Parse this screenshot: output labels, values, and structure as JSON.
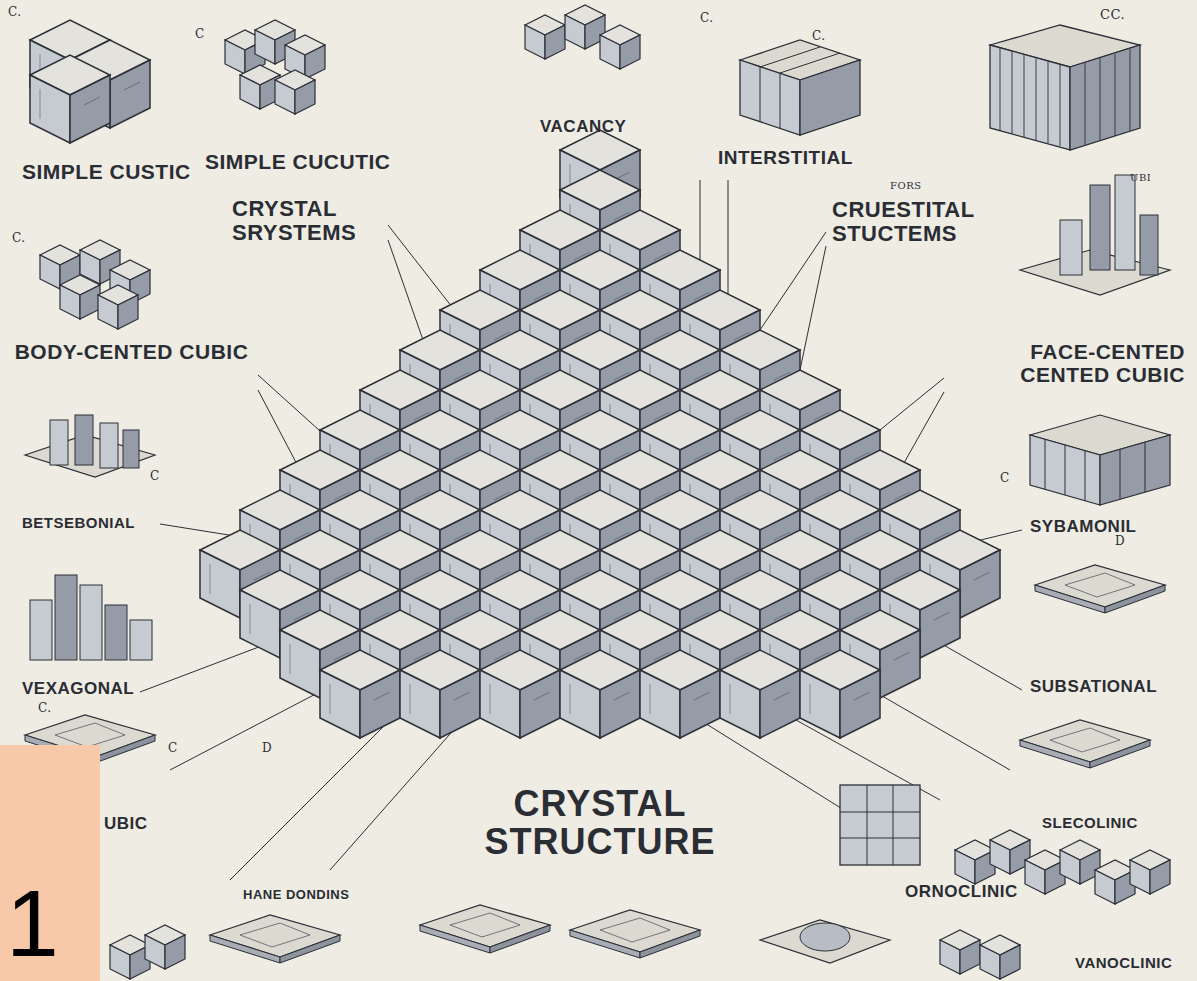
{
  "diagram": {
    "title": "CRYSTAL STRUCTURE",
    "labels": [
      "SIMPLE CUSTIC",
      "SIMPLE CUCUTIC",
      "VACANCY",
      "INTERSTITIAL",
      "CRYSTAL SRYSTEMS",
      "CRUESTITAL STUCTEMS",
      "BODY-CENTED CUBIC",
      "FACE-CENTED CENTED CUBIC",
      "BETSEBONIAL",
      "SYBAMONIL",
      "VEXAGONAL",
      "SUBSATIONAL",
      "UBIC",
      "HANE DONDINS",
      "SLECOLINIC",
      "ORNOCLINIC",
      "VANOCLINIC",
      "1",
      "C.",
      "C",
      "C.",
      "C.",
      "CC.",
      "C.",
      "C",
      "C",
      "C.",
      "C",
      "D",
      "D",
      "UBI",
      "FORS"
    ]
  }
}
